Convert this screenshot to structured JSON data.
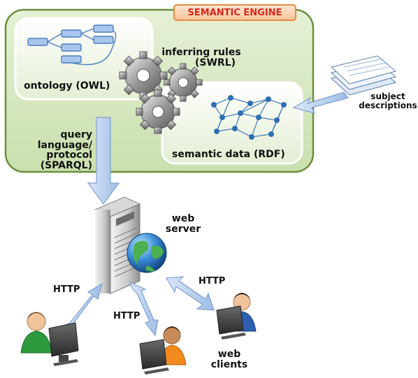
{
  "engine": {
    "title": "SEMANTIC ENGINE",
    "ontology_label": "ontology (OWL)",
    "rules_label_line1": "inferring rules",
    "rules_label_line2": "(SWRL)",
    "data_label": "semantic data (RDF)"
  },
  "subject": {
    "line1": "subject",
    "line2": "descriptions"
  },
  "query": {
    "line1": "query",
    "line2": "language/",
    "line3": "protocol",
    "line4": "(SPARQL)"
  },
  "server": {
    "line1": "web",
    "line2": "server"
  },
  "http_labels": {
    "left": "HTTP",
    "middle": "HTTP",
    "right": "HTTP"
  },
  "clients": {
    "line1": "web",
    "line2": "clients"
  },
  "colors": {
    "engine_fill": "#d9e8c4",
    "engine_border": "#6c8f3c",
    "badge_text": "#d6281f",
    "badge_border": "#e58a45",
    "arrow_fill": "#b9d1ef",
    "arrow_stroke": "#7ea2d2",
    "node_color": "#2d6fb3"
  }
}
